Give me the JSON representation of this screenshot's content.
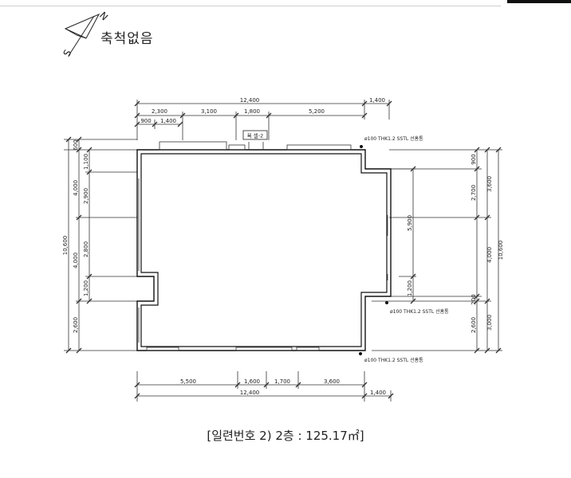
{
  "header": {
    "north_label": "N",
    "south_label": "S",
    "scale_note": "축척없음"
  },
  "caption": "[일련번호 2) 2층 : 125.17㎡]",
  "dims": {
    "top_total": "12,400",
    "top_right": "1,400",
    "top_seg1": "2,300",
    "top_seg2": "3,100",
    "top_seg3": "1,800",
    "top_seg4": "5,200",
    "top_sub1": "900",
    "top_sub2": "1,400",
    "left_total": "10,600",
    "left_a1": "600",
    "left_a2": "4,000",
    "left_a3": "4,000",
    "left_a4": "2,600",
    "left_b1": "1,100",
    "left_b2": "2,900",
    "left_b3": "2,800",
    "left_b4": "1,200",
    "right_total": "10,600",
    "right_a1": "3,600",
    "right_a2": "4,000",
    "right_a3": "3,000",
    "right_b1": "900",
    "right_b2": "2,700",
    "right_b3": "200",
    "right_b4": "2,600",
    "right_inner1": "5,900",
    "right_inner2": "1,200",
    "bottom_seg1": "5,500",
    "bottom_seg2": "1,600",
    "bottom_seg3": "1,700",
    "bottom_seg4": "3,600",
    "bottom_total": "12,400",
    "bottom_right": "1,400"
  },
  "notes": {
    "top_tag": "욕 셀-2",
    "pipe_note_top": "ø100 THK1.2 SSTL 선홈통",
    "pipe_note_mid": "ø100 THK1.2 SSTL 선홈통",
    "pipe_note_bottom": "ø100 THK1.2 SSTL 선홈통"
  }
}
